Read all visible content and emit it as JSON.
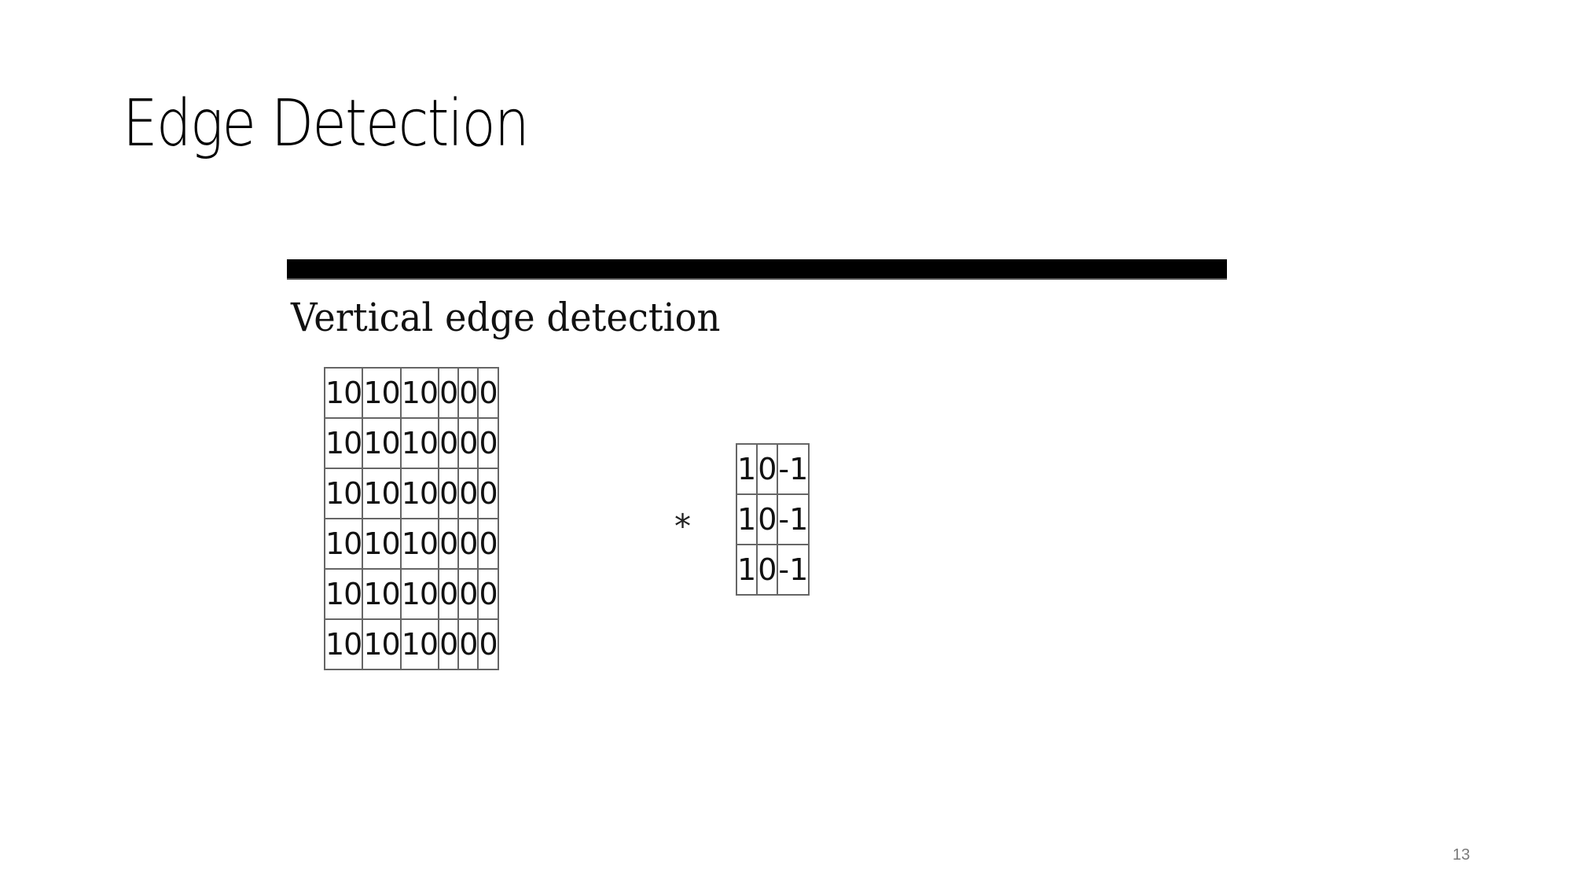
{
  "slide": {
    "title": "Edge Detection",
    "page_number": "13"
  },
  "figure": {
    "heading": "Vertical edge detection",
    "operator": "*",
    "image_matrix": {
      "rows": [
        [
          "10",
          "10",
          "10",
          "0",
          "0",
          "0"
        ],
        [
          "10",
          "10",
          "10",
          "0",
          "0",
          "0"
        ],
        [
          "10",
          "10",
          "10",
          "0",
          "0",
          "0"
        ],
        [
          "10",
          "10",
          "10",
          "0",
          "0",
          "0"
        ],
        [
          "10",
          "10",
          "10",
          "0",
          "0",
          "0"
        ],
        [
          "10",
          "10",
          "10",
          "0",
          "0",
          "0"
        ]
      ]
    },
    "kernel_matrix": {
      "rows": [
        [
          "1",
          "0",
          "-1"
        ],
        [
          "1",
          "0",
          "-1"
        ],
        [
          "1",
          "0",
          "-1"
        ]
      ]
    }
  }
}
